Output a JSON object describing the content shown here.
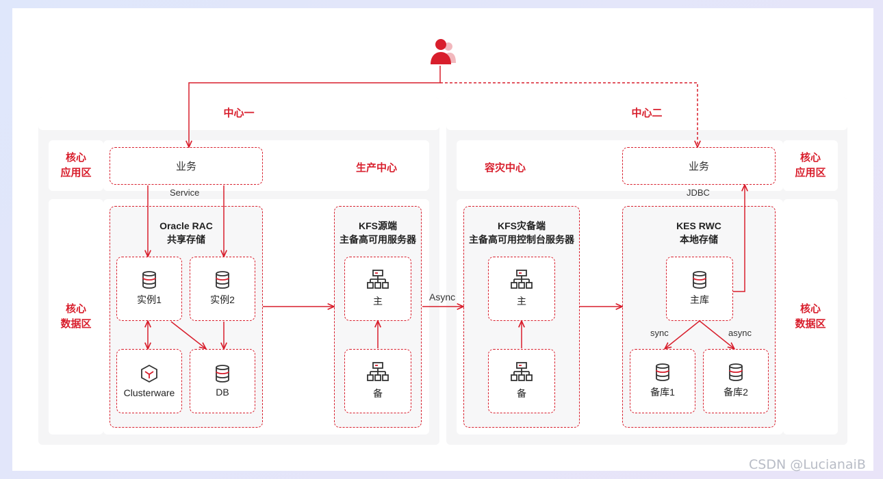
{
  "centers": {
    "left": "中心一",
    "right": "中心二"
  },
  "zones": {
    "core_app": [
      "核心",
      "应用区"
    ],
    "core_data": [
      "核心",
      "数据区"
    ],
    "production": "生产中心",
    "disaster": "容灾中心"
  },
  "business": {
    "left_label": "业务",
    "right_label": "业务",
    "left_link": "Service",
    "right_link": "JDBC"
  },
  "groups": {
    "oracle": [
      "Oracle RAC",
      "共享存储"
    ],
    "kfs_src": [
      "KFS源端",
      "主备高可用服务器"
    ],
    "kfs_dr": [
      "KFS灾备端",
      "主备高可用控制台服务器"
    ],
    "kes": [
      "KES RWC",
      "本地存储"
    ]
  },
  "nodes": {
    "instance1": "实例1",
    "instance2": "实例2",
    "clusterware": "Clusterware",
    "db": "DB",
    "src_primary": "主",
    "src_backup": "备",
    "dr_primary": "主",
    "dr_backup": "备",
    "kes_primary": "主库",
    "kes_standby1": "备库1",
    "kes_standby2": "备库2"
  },
  "links": {
    "async_main": "Async",
    "sync": "sync",
    "async": "async"
  },
  "watermark": "CSDN @LucianaiB",
  "colors": {
    "accent": "#d81e2c",
    "panel": "#f5f5f6"
  },
  "icons": {
    "user": "user-icon",
    "database": "database-icon",
    "server": "server-tree-icon",
    "clusterware": "cube-icon"
  }
}
